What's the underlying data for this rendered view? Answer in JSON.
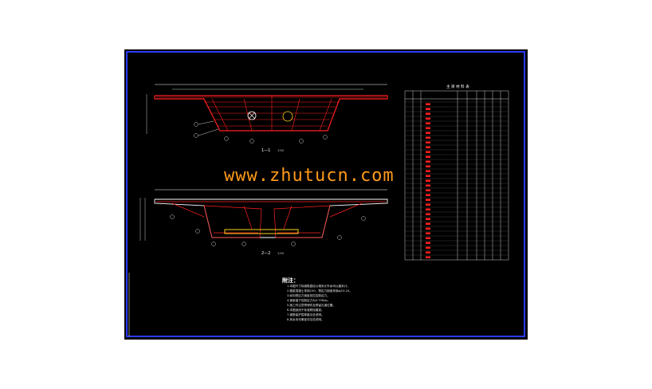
{
  "watermark": "www.zhutucn.com",
  "drawing": {
    "section_1_label": "1—1",
    "section_2_label": "2—2",
    "scale_1": "1:50",
    "scale_2": "1:50",
    "table_title": "主 梁 材 料 表",
    "notes_title": "附注：",
    "notes": [
      "1.本图尺寸除钢筋直径以毫米计外余均以厘米计。",
      "2.箱梁混凝土采用C50，预应力钢束采用φj15.24。",
      "3.纵向预应力钢束张拉控制应力。",
      "4.钢束锚下控制应力为0.75Ryb。",
      "5.施工时注意预埋件及预留孔道位置。",
      "6.本图适用于标准跨径箱梁。",
      "7.钢筋保护层厚度见总说明。",
      "8.其余未尽事宜详见总说明。"
    ]
  },
  "colors": {
    "frame": "#2a3cff",
    "steel": "#ff2020",
    "line": "#ffffff",
    "watermark": "#ff9a1a",
    "rebar": "#ffd21a"
  }
}
